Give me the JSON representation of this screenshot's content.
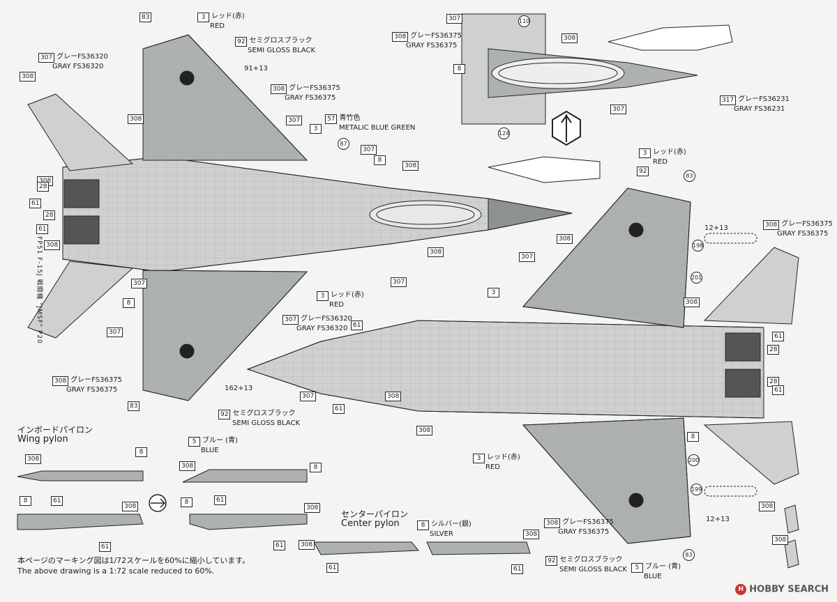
{
  "sidebar_text": "FP51 F-15J 戦闘機 \"JMSF\" P20",
  "labels": [
    {
      "code": "83",
      "circle": true
    },
    {
      "code": "3",
      "jp": "レッド(赤)",
      "en": "RED"
    },
    {
      "code": "92",
      "jp": "セミグロスブラック",
      "en": "SEMI GLOSS BLACK"
    },
    {
      "code": "307",
      "jp": "グレーFS36320",
      "en": "GRAY FS36320"
    },
    {
      "code": "308",
      "jp": "グレーFS36375",
      "en": "GRAY FS36375"
    },
    {
      "code": "57",
      "jp": "青竹色",
      "en": "METALIC BLUE GREEN"
    },
    {
      "code": "317",
      "jp": "グレーFS36231",
      "en": "GRAY FS36231"
    },
    {
      "code": "5",
      "jp": "ブルー (青)",
      "en": "BLUE"
    },
    {
      "code": "8",
      "jp": "シルバー(銀)",
      "en": "SILVER"
    }
  ],
  "marks": {
    "m91_13": "91+13",
    "m162_13": "162+13",
    "m12_13a": "12+13",
    "m12_13b": "12+13",
    "c110": "110",
    "c124": "124",
    "c198": "198",
    "c199": "199",
    "c200": "200",
    "c201": "201",
    "c87": "87",
    "c28": "28",
    "c61": "61",
    "c307": "307",
    "c308": "308",
    "c8": "8",
    "c3": "3"
  },
  "sections": {
    "wing_pylon_jp": "インボードパイロン",
    "wing_pylon_en": "Wing pylon",
    "center_pylon_jp": "センターパイロン",
    "center_pylon_en": "Center pylon"
  },
  "notes": {
    "jp": "本ページのマーキング図は1/72スケールを60%に縮小しています。",
    "en": "The above drawing is a 1:72 scale reduced to 60%."
  },
  "logo": "HOBBY SEARCH",
  "colors": {
    "light_gray": "#cfd1d1",
    "mid_gray": "#aeb1b2",
    "dark_gray": "#8d9192",
    "ink": "#1a1a1a"
  }
}
